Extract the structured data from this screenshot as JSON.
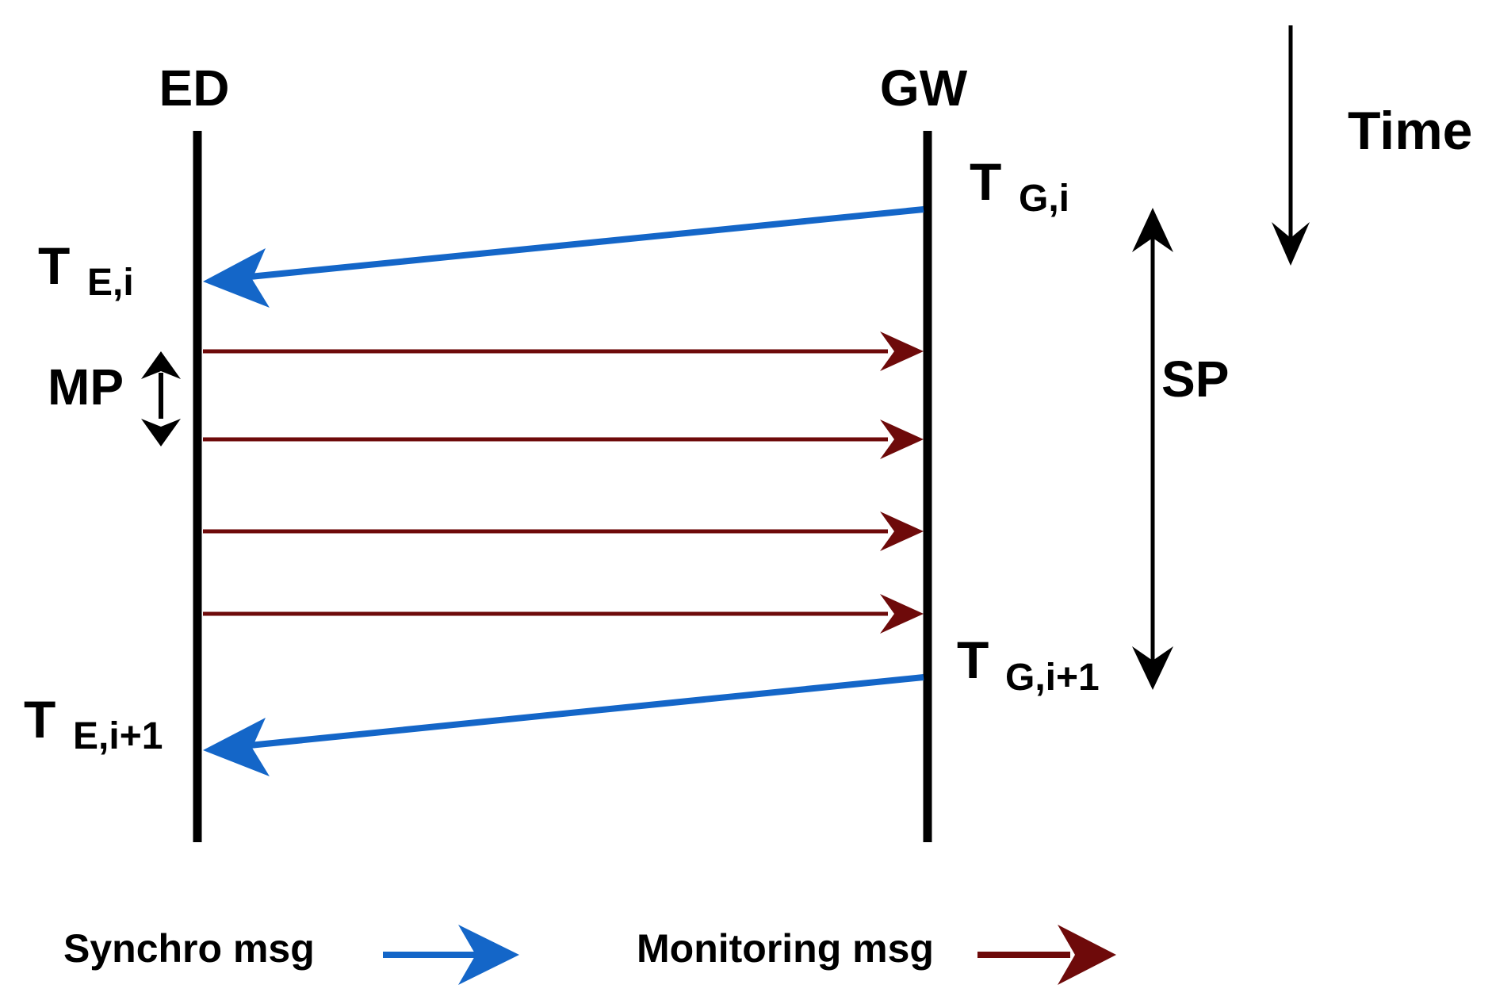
{
  "participants": {
    "end_device": "ED",
    "gateway": "GW"
  },
  "time": {
    "label": "Time"
  },
  "timestamps": {
    "gw_first": {
      "main": "T",
      "sub": "G,i"
    },
    "ed_first": {
      "main": "T",
      "sub": "E,i"
    },
    "gw_next": {
      "main": "T",
      "sub": "G,i+1"
    },
    "ed_next": {
      "main": "T",
      "sub": "E,i+1"
    }
  },
  "periods": {
    "monitoring_period": "MP",
    "synchro_period": "SP"
  },
  "legend": {
    "synchro_label": "Synchro msg",
    "monitoring_label": "Monitoring msg"
  },
  "colors": {
    "synchro": "#1466c8",
    "monitoring": "#6e0a0a",
    "lifeline": "#000000"
  },
  "icons": {
    "time_arrow": "arrow-down-icon",
    "sp_span": "double-arrow-vertical-icon",
    "mp_span": "double-arrow-vertical-icon"
  }
}
